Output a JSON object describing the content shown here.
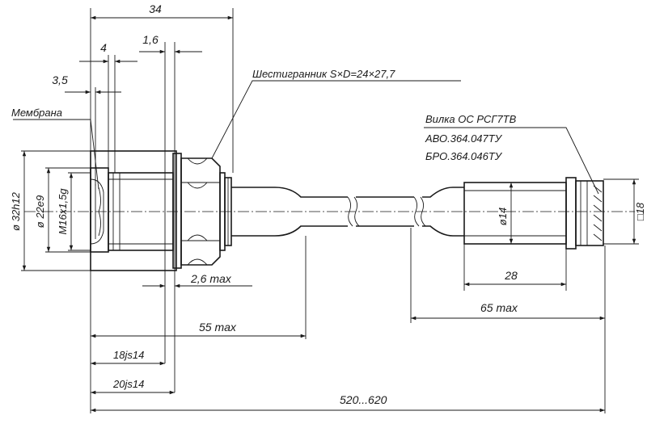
{
  "dimensions": {
    "d34": "34",
    "d4": "4",
    "d1_6": "1,6",
    "d3_5": "3,5",
    "d2_6max": "2,6 max",
    "d55max_left": "55 max",
    "d18js14": "18js14",
    "d20js14": "20js14",
    "d520_620": "520...620",
    "d65max": "65 max",
    "d28": "28",
    "d14": "ø14",
    "sq18": "□18",
    "d32h12": "ø 32h12",
    "d22e9": "ø 22e9",
    "thread": "M16x1,5g"
  },
  "labels": {
    "membrane": "Мембрана",
    "hexagon": "Шестигранник S×D=24×27,7",
    "plug_line1": "Вилка ОС РСГ7ТВ",
    "plug_line2": "АВО.364.047ТУ",
    "plug_line3": "БРО.364.046ТУ"
  }
}
